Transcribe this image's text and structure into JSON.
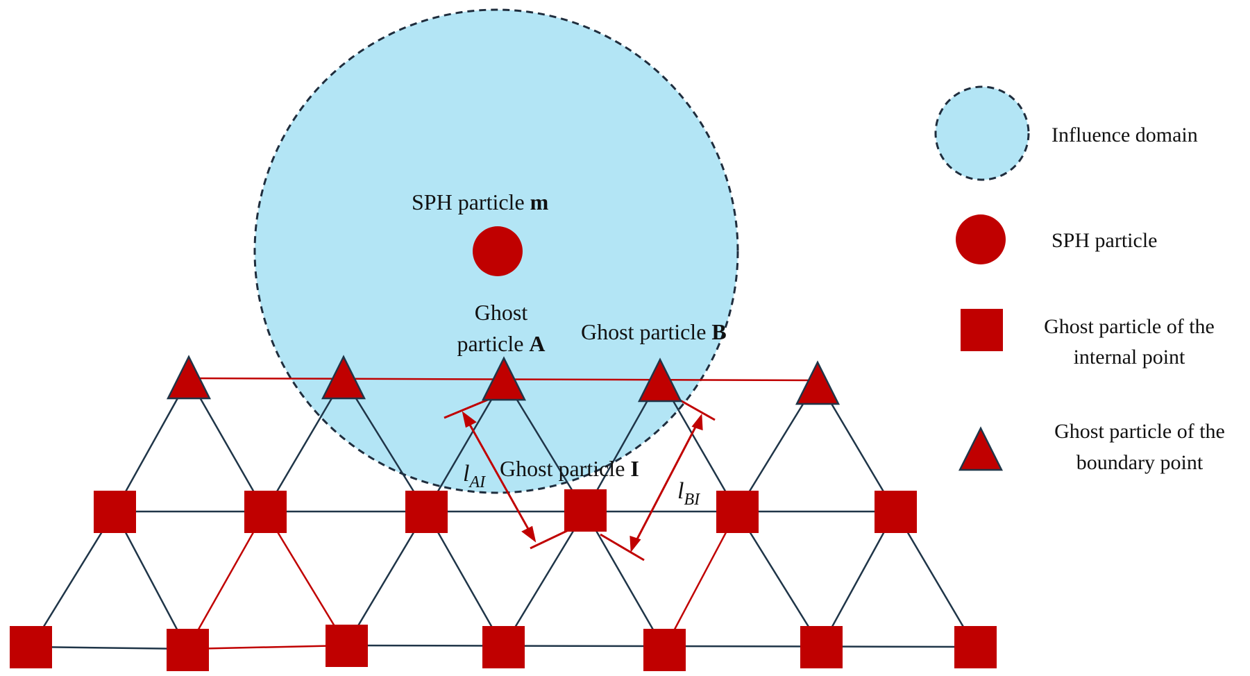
{
  "colors": {
    "domain_fill": "#b3e5f5",
    "domain_stroke": "#1f2d3d",
    "particle": "#c00000",
    "mesh_line": "#1f3548",
    "highlight_line": "#c00000",
    "dimension": "#c00000"
  },
  "labels": {
    "sph_m_prefix": "SPH particle ",
    "sph_m_bold": "m",
    "ghost_a_line1": "Ghost",
    "ghost_a_line2_prefix": "particle ",
    "ghost_a_bold": "A",
    "ghost_b_prefix": "Ghost particle ",
    "ghost_b_bold": "B",
    "ghost_i_prefix": "Ghost particle ",
    "ghost_i_bold": "I",
    "l_ai_main": "l",
    "l_ai_sub": "AI",
    "l_bi_main": "l",
    "l_bi_sub": "BI"
  },
  "legend": {
    "influence_domain": "Influence domain",
    "sph_particle": "SPH particle",
    "ghost_internal_line1": "Ghost particle of the",
    "ghost_internal_line2": "internal point",
    "ghost_boundary_line1": "Ghost particle of the",
    "ghost_boundary_line2": "boundary point"
  }
}
